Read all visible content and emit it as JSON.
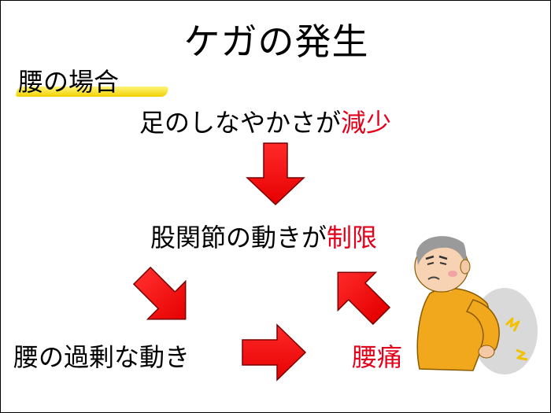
{
  "title": "ケガの発生",
  "subtitle": "腰の場合",
  "steps": {
    "step1": {
      "normal": "足のしなやかさが",
      "emphasis": "減少"
    },
    "step2": {
      "normal": "股関節の動きが",
      "emphasis": "制限"
    },
    "step3": {
      "normal": "腰の過剰な動き",
      "emphasis": ""
    },
    "step4": {
      "normal": "",
      "emphasis": "腰痛"
    }
  },
  "colors": {
    "arrow": "#ff0000",
    "emphasis_text": "#e3001b",
    "highlight": "#f2d200"
  },
  "icons": [
    "arrow-down-icon",
    "arrow-down-left-icon",
    "arrow-right-icon",
    "arrow-up-left-icon",
    "elderly-man-back-pain-icon"
  ]
}
